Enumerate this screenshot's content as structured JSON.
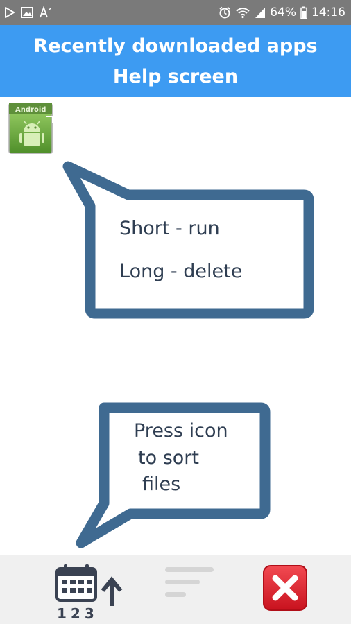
{
  "status_bar": {
    "battery_percent": "64%",
    "time": "14:16",
    "left_icons": [
      "play-store-icon",
      "image-icon",
      "font-icon"
    ],
    "right_icons": [
      "alarm-icon",
      "wifi-icon",
      "signal-icon",
      "battery-icon"
    ]
  },
  "header": {
    "title": "Recently downloaded apps",
    "subtitle": "Help screen",
    "color": "#3d9bf2"
  },
  "app_icon": {
    "label": "Android",
    "icon": "android-app-icon"
  },
  "bubbles": {
    "tap_help": {
      "line1": "Short - run",
      "line2": "Long - delete"
    },
    "sort_help": {
      "line1": "Press icon",
      "line2": "to sort",
      "line3": "files"
    },
    "border_color": "#3f6a91"
  },
  "bottom_bar": {
    "sort_date_digits": "123",
    "sort_date_icon": "calendar-sort-icon",
    "sort_name_icon": "sort-lines-icon",
    "close_icon": "close-icon",
    "close_color": "#e5202e"
  }
}
